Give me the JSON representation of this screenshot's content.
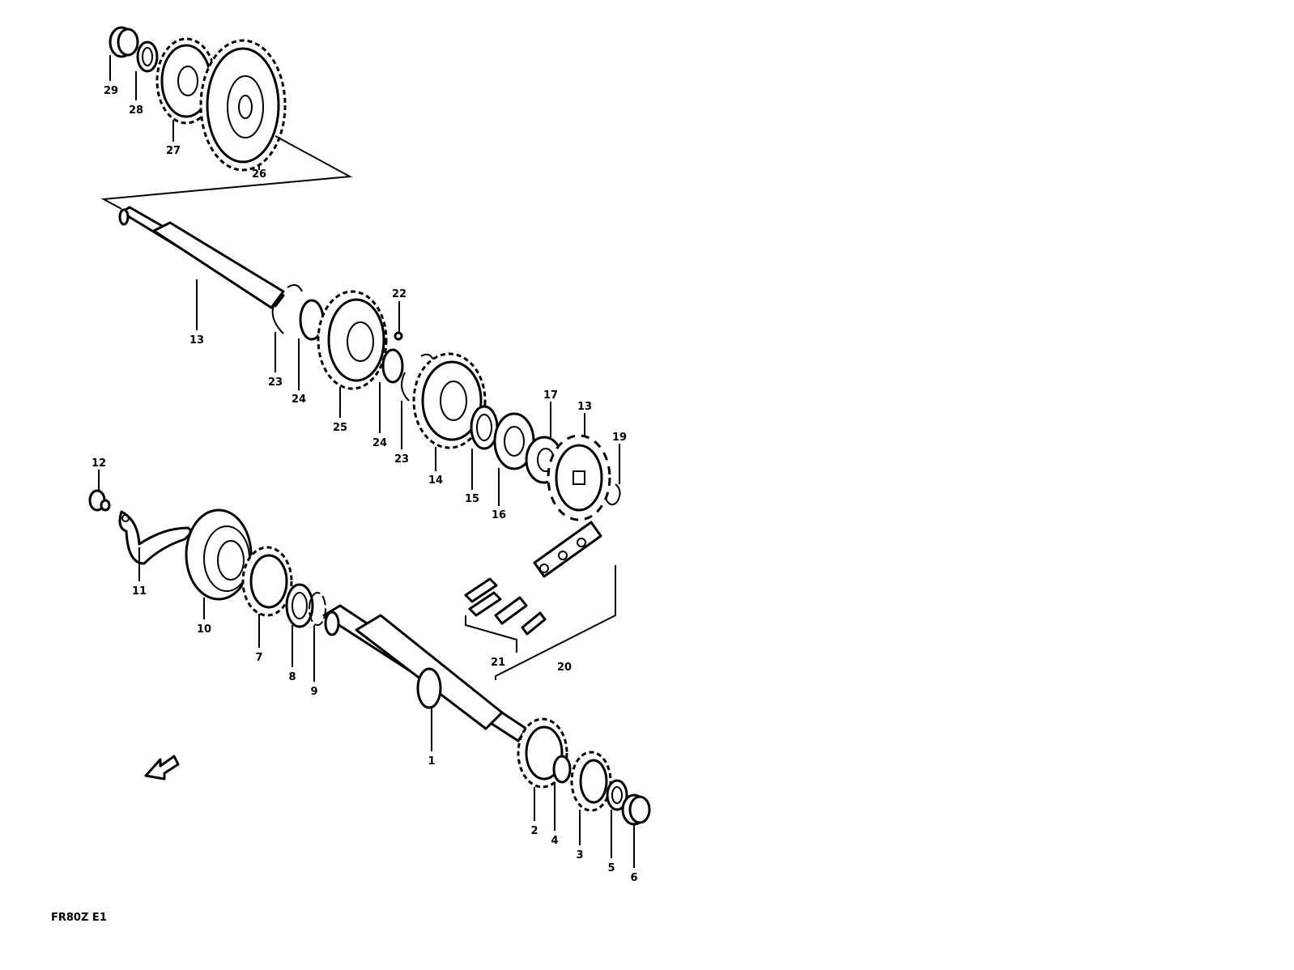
{
  "diagram": {
    "code": "FR80Z E1",
    "parts": [
      {
        "id": "p1",
        "number": "1"
      },
      {
        "id": "p2",
        "number": "2"
      },
      {
        "id": "p3",
        "number": "3"
      },
      {
        "id": "p4",
        "number": "4"
      },
      {
        "id": "p5",
        "number": "5"
      },
      {
        "id": "p6",
        "number": "6"
      },
      {
        "id": "p7",
        "number": "7"
      },
      {
        "id": "p8",
        "number": "8"
      },
      {
        "id": "p9",
        "number": "9"
      },
      {
        "id": "p10",
        "number": "10"
      },
      {
        "id": "p11",
        "number": "11"
      },
      {
        "id": "p12",
        "number": "12"
      },
      {
        "id": "p13a",
        "number": "13"
      },
      {
        "id": "p13b",
        "number": "13"
      },
      {
        "id": "p14",
        "number": "14"
      },
      {
        "id": "p15",
        "number": "15"
      },
      {
        "id": "p16",
        "number": "16"
      },
      {
        "id": "p17",
        "number": "17"
      },
      {
        "id": "p19",
        "number": "19"
      },
      {
        "id": "p20",
        "number": "20"
      },
      {
        "id": "p21",
        "number": "21"
      },
      {
        "id": "p22",
        "number": "22"
      },
      {
        "id": "p23a",
        "number": "23"
      },
      {
        "id": "p23b",
        "number": "23"
      },
      {
        "id": "p24a",
        "number": "24"
      },
      {
        "id": "p24b",
        "number": "24"
      },
      {
        "id": "p25",
        "number": "25"
      },
      {
        "id": "p26",
        "number": "26"
      },
      {
        "id": "p27",
        "number": "27"
      },
      {
        "id": "p28",
        "number": "28"
      },
      {
        "id": "p29",
        "number": "29"
      }
    ]
  }
}
